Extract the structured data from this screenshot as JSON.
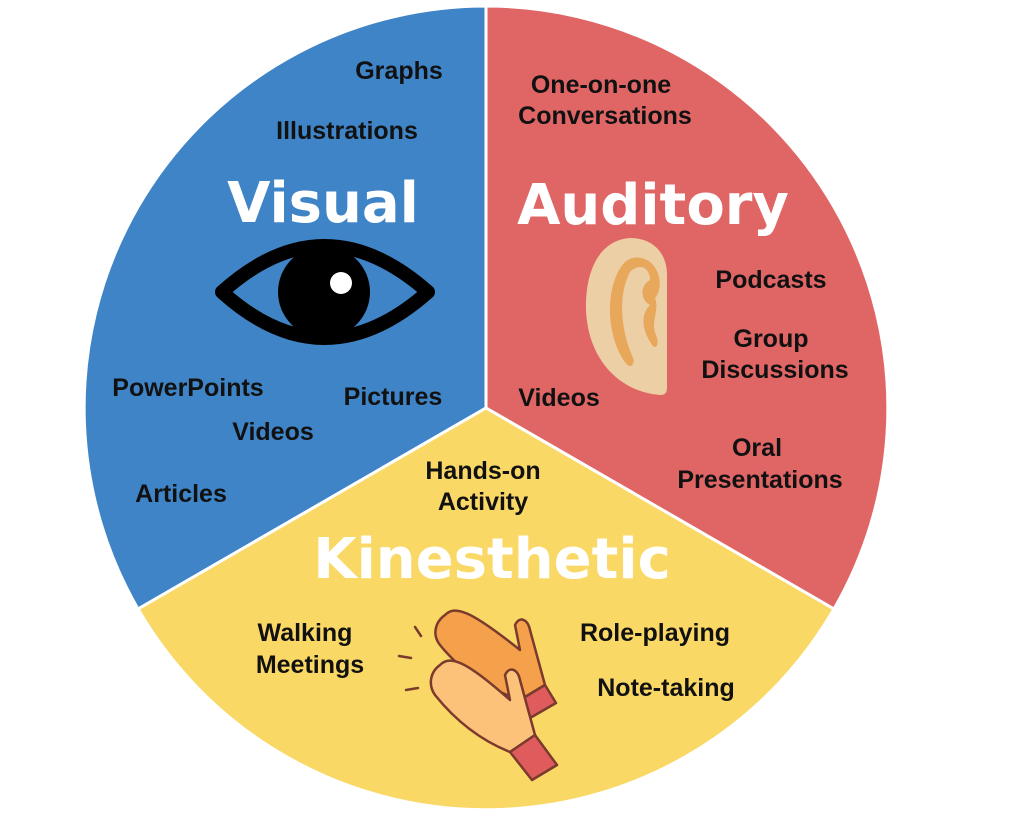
{
  "colors": {
    "visual": "#3f84c6",
    "auditory": "#e06666",
    "kinesthetic": "#fad866"
  },
  "visual": {
    "title": "Visual",
    "icon": "eye-icon",
    "items": [
      "Graphs",
      "Illustrations",
      "PowerPoints",
      "Pictures",
      "Videos",
      "Articles"
    ]
  },
  "auditory": {
    "title": "Auditory",
    "icon": "ear-icon",
    "items": [
      "One-on-one",
      "Conversations",
      "Podcasts",
      "Group",
      "Discussions",
      "Videos",
      "Oral",
      "Presentations"
    ]
  },
  "kinesthetic": {
    "title": "Kinesthetic",
    "icon": "clapping-hands-icon",
    "items": [
      "Hands-on",
      "Activity",
      "Walking",
      "Meetings",
      "Role-playing",
      "Note-taking"
    ]
  }
}
